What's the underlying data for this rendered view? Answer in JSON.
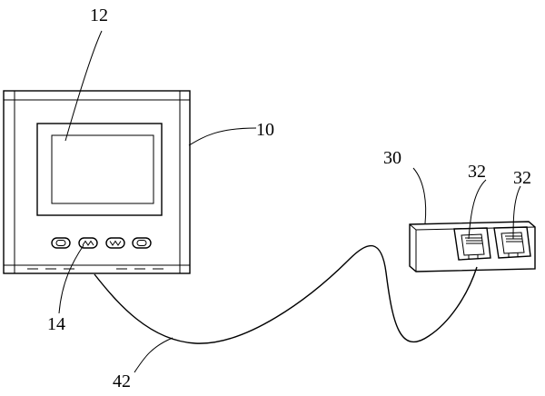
{
  "labels": {
    "display": "12",
    "controller": "10",
    "module": "30",
    "port_a": "32",
    "port_b": "32",
    "buttons": "14",
    "cable": "42"
  }
}
